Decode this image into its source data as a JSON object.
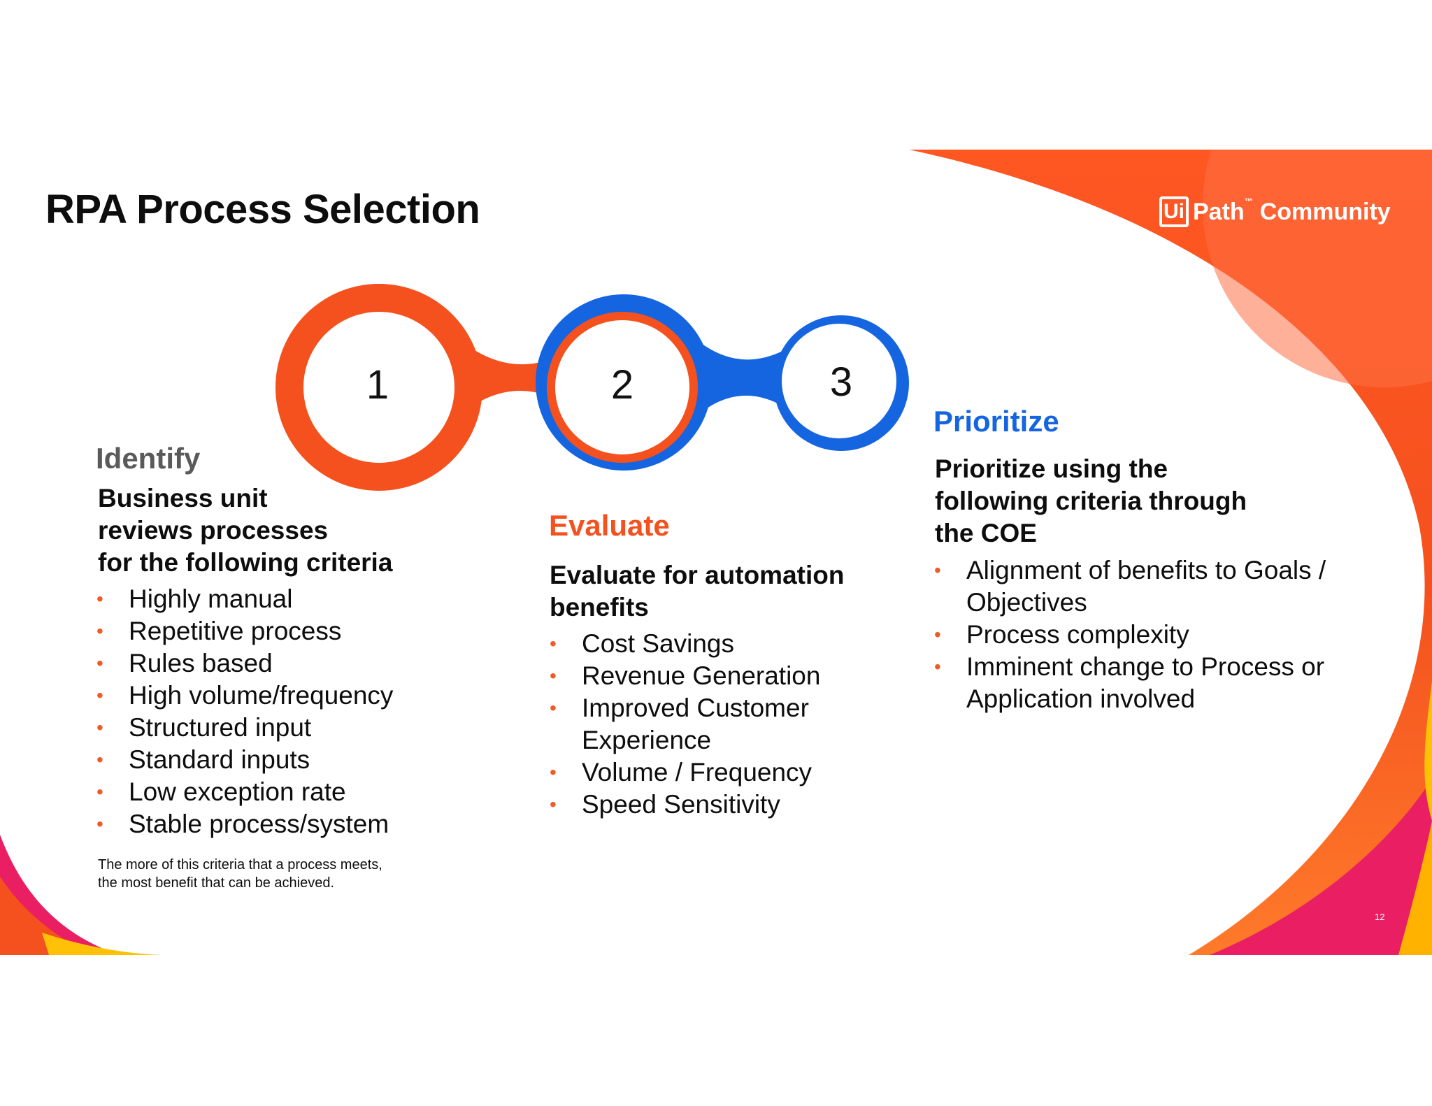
{
  "slide": {
    "title": "RPA Process Selection",
    "page_number": "12"
  },
  "logo": {
    "box_text": "Ui",
    "path_text": "Path",
    "trademark": "™",
    "community_text": "Community"
  },
  "steps": [
    {
      "number": "1",
      "color": "#f4511e"
    },
    {
      "number": "2",
      "color": "#1565e0"
    },
    {
      "number": "3",
      "color": "#1565e0"
    }
  ],
  "identify": {
    "heading": "Identify",
    "heading_color": "#5a5a5a",
    "subheading_lines": [
      "Business unit",
      "reviews processes",
      "for the following criteria"
    ],
    "items": [
      "Highly manual",
      "Repetitive process",
      "Rules based",
      "High volume/frequency",
      "Structured input",
      "Standard inputs",
      "Low exception rate",
      "Stable process/system"
    ],
    "note_lines": [
      "The more of this criteria that a process meets,",
      "the most benefit that can be achieved."
    ]
  },
  "evaluate": {
    "heading": "Evaluate",
    "heading_color": "#f4511e",
    "subheading_lines": [
      "Evaluate for automation",
      "benefits"
    ],
    "items": [
      {
        "lines": [
          "Cost Savings"
        ]
      },
      {
        "lines": [
          "Revenue Generation"
        ]
      },
      {
        "lines": [
          "Improved Customer",
          "Experience"
        ]
      },
      {
        "lines": [
          "Volume / Frequency"
        ]
      },
      {
        "lines": [
          "Speed Sensitivity"
        ]
      }
    ]
  },
  "prioritize": {
    "heading": "Prioritize",
    "heading_color": "#1565e0",
    "subheading_lines": [
      "Prioritize using the",
      "following criteria through",
      "the COE"
    ],
    "items": [
      {
        "lines": [
          "Alignment of benefits to Goals /",
          "Objectives"
        ]
      },
      {
        "lines": [
          "Process complexity"
        ]
      },
      {
        "lines": [
          "Imminent change to Process or",
          "Application involved"
        ]
      }
    ]
  },
  "colors": {
    "brand_orange": "#f4511e",
    "brand_blue": "#1565e0",
    "brand_pink": "#e91e63",
    "brand_yellow": "#ffc107",
    "bullet": "#f05a28"
  },
  "icons": {
    "bullet": "bullet-dot-icon"
  }
}
